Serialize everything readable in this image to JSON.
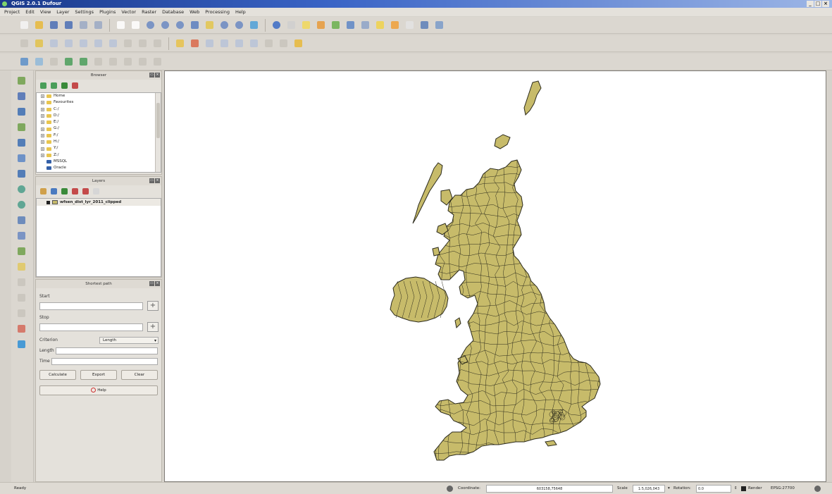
{
  "window": {
    "title": "QGIS 2.0.1 Dufour"
  },
  "menu": [
    "Project",
    "Edit",
    "View",
    "Layer",
    "Settings",
    "Plugins",
    "Vector",
    "Raster",
    "Database",
    "Web",
    "Processing",
    "Help"
  ],
  "panels": {
    "browser": {
      "title": "Browser",
      "items": [
        {
          "label": "Home",
          "kind": "folder"
        },
        {
          "label": "Favourites",
          "kind": "folder"
        },
        {
          "label": "C:/",
          "kind": "folder"
        },
        {
          "label": "D:/",
          "kind": "folder"
        },
        {
          "label": "E:/",
          "kind": "folder"
        },
        {
          "label": "G:/",
          "kind": "folder"
        },
        {
          "label": "F:/",
          "kind": "folder"
        },
        {
          "label": "H:/",
          "kind": "folder"
        },
        {
          "label": "Y:/",
          "kind": "folder"
        },
        {
          "label": "Z:/",
          "kind": "folder"
        },
        {
          "label": "MSSQL",
          "kind": "db"
        },
        {
          "label": "Oracle",
          "kind": "db"
        }
      ]
    },
    "layers": {
      "title": "Layers",
      "items": [
        {
          "label": "wfsen_dist_lyr_2011_clipped",
          "checked": true,
          "swatch": "#c7bb6a"
        }
      ]
    },
    "shortest_path": {
      "title": "Shortest path",
      "start_label": "Start",
      "stop_label": "Stop",
      "criterion_label": "Criterion",
      "criterion_value": "Length",
      "length_label": "Length",
      "time_label": "Time",
      "calculate": "Calculate",
      "export": "Export",
      "clear": "Clear",
      "help": "Help"
    }
  },
  "map": {
    "fill": "#c7bb6a",
    "stroke": "#2b2a1c"
  },
  "status": {
    "ready": "Ready",
    "coordinate_label": "Coordinate:",
    "coordinate_value": "603158,75648",
    "scale_label": "Scale",
    "scale_value": "1:5,026,043",
    "rotation_label": "Rotation:",
    "rotation_value": "0.0",
    "render_label": "Render",
    "crs": "EPSG:27700"
  }
}
